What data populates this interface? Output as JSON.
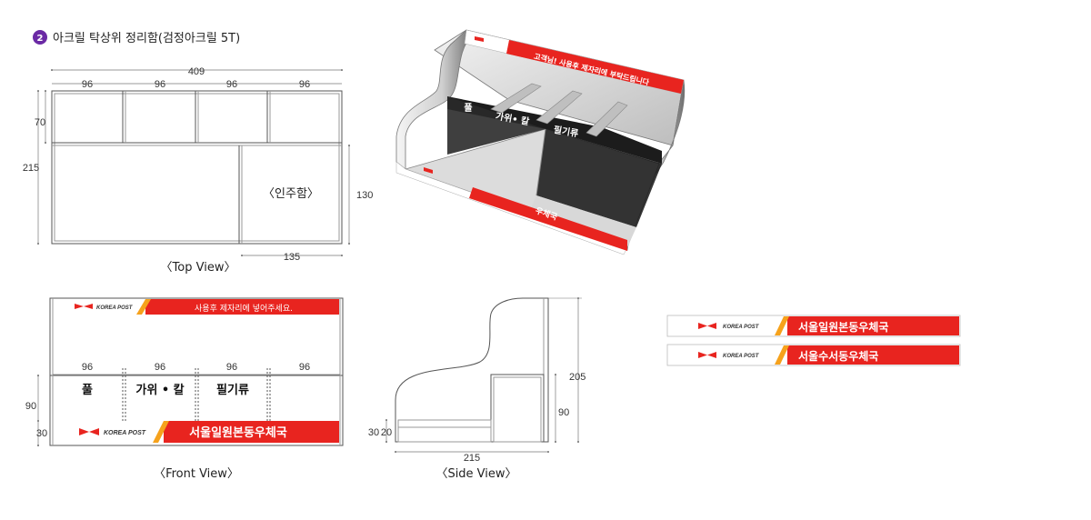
{
  "title": {
    "badge": "2",
    "text": "아크릴 탁상위 정리함(검정아크릴 5T)"
  },
  "colors": {
    "accent": "#e8241f",
    "badge": "#6b2aa5",
    "line": "#666666"
  },
  "top_view": {
    "caption": "〈Top View〉",
    "width": "409",
    "compartments": [
      "96",
      "96",
      "96",
      "96"
    ],
    "height": "215",
    "top_row_height": "70",
    "inner_height": "130",
    "inner_width": "135",
    "box_label": "〈인주함〉"
  },
  "front_view": {
    "caption": "〈Front View〉",
    "compartments": [
      "96",
      "96",
      "96",
      "96"
    ],
    "labels": [
      "풀",
      "가위 • 칼",
      "필기류"
    ],
    "height": "90",
    "base_height": "30",
    "top_banner": "사용후 제자리에 넣어주세요.",
    "bottom_banner": "서울일원본동우체국",
    "brand": "KOREA POST"
  },
  "side_view": {
    "caption": "〈Side View〉",
    "depth": "215",
    "total_height": "205",
    "front_height": "90",
    "base_left": "30",
    "base_inner": "20"
  },
  "render": {
    "top_banner": "고객님! 사용후 제자리에 부탁드립니다",
    "labels": [
      "풀",
      "가위• 칼",
      "필기류"
    ],
    "front_banner": "우체국"
  },
  "banners": [
    {
      "brand": "KOREA POST",
      "text": "서울일원본동우체국"
    },
    {
      "brand": "KOREA POST",
      "text": "서울수서동우체국"
    }
  ]
}
